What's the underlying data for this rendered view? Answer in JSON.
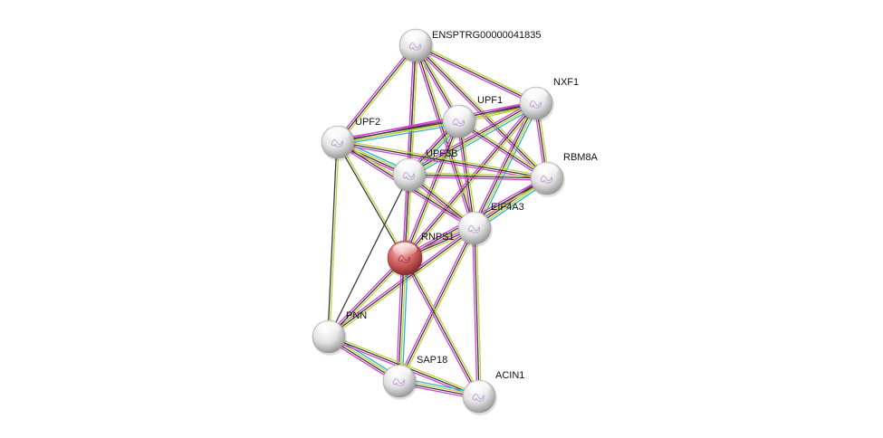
{
  "colors": {
    "background": "#ffffff",
    "edge_magenta": "#d43fd4",
    "edge_black": "#3a3a3a",
    "edge_green": "#bcd13a",
    "edge_cyan": "#2ab0d2",
    "node_default": "#e6e6e6",
    "node_query": "#d25a5a"
  },
  "nodes": [
    {
      "id": "ENSPTRG00000041835",
      "label": "ENSPTRG00000041835",
      "query": false,
      "icon": "protein-structure-icon"
    },
    {
      "id": "NXF1",
      "label": "NXF1",
      "query": false,
      "icon": "protein-structure-icon"
    },
    {
      "id": "UPF1",
      "label": "UPF1",
      "query": false,
      "icon": "protein-structure-icon"
    },
    {
      "id": "UPF2",
      "label": "UPF2",
      "query": false,
      "icon": "protein-structure-icon"
    },
    {
      "id": "UPF3B",
      "label": "UPF3B",
      "query": false,
      "icon": "protein-structure-icon"
    },
    {
      "id": "RBM8A",
      "label": "RBM8A",
      "query": false,
      "icon": "protein-structure-icon"
    },
    {
      "id": "EIF4A3",
      "label": "EIF4A3",
      "query": false,
      "icon": "protein-structure-icon"
    },
    {
      "id": "RNPS1",
      "label": "RNPS1",
      "query": true,
      "icon": "protein-structure-icon"
    },
    {
      "id": "PNN",
      "label": "PNN",
      "query": false,
      "icon": "none"
    },
    {
      "id": "SAP18",
      "label": "SAP18",
      "query": false,
      "icon": "protein-structure-icon"
    },
    {
      "id": "ACIN1",
      "label": "ACIN1",
      "query": false,
      "icon": "protein-structure-icon"
    }
  ],
  "edges": [
    {
      "source": "ENSPTRG00000041835",
      "target": "NXF1",
      "types": [
        "green",
        "black",
        "magenta"
      ]
    },
    {
      "source": "ENSPTRG00000041835",
      "target": "UPF1",
      "types": [
        "green",
        "black",
        "magenta"
      ]
    },
    {
      "source": "ENSPTRG00000041835",
      "target": "UPF2",
      "types": [
        "green",
        "black",
        "magenta"
      ]
    },
    {
      "source": "ENSPTRG00000041835",
      "target": "UPF3B",
      "types": [
        "green",
        "black",
        "magenta"
      ]
    },
    {
      "source": "ENSPTRG00000041835",
      "target": "RBM8A",
      "types": [
        "green",
        "black",
        "magenta"
      ]
    },
    {
      "source": "ENSPTRG00000041835",
      "target": "EIF4A3",
      "types": [
        "green",
        "black",
        "magenta"
      ]
    },
    {
      "source": "ENSPTRG00000041835",
      "target": "RNPS1",
      "types": [
        "green",
        "black",
        "magenta"
      ]
    },
    {
      "source": "NXF1",
      "target": "UPF1",
      "types": [
        "green",
        "black",
        "magenta"
      ]
    },
    {
      "source": "NXF1",
      "target": "UPF2",
      "types": [
        "green",
        "black",
        "magenta"
      ]
    },
    {
      "source": "NXF1",
      "target": "UPF3B",
      "types": [
        "cyan",
        "green",
        "black",
        "magenta"
      ]
    },
    {
      "source": "NXF1",
      "target": "RBM8A",
      "types": [
        "green",
        "black",
        "magenta"
      ]
    },
    {
      "source": "NXF1",
      "target": "EIF4A3",
      "types": [
        "cyan",
        "green",
        "black",
        "magenta"
      ]
    },
    {
      "source": "NXF1",
      "target": "RNPS1",
      "types": [
        "green",
        "black",
        "magenta"
      ]
    },
    {
      "source": "UPF1",
      "target": "UPF2",
      "types": [
        "cyan",
        "green",
        "black",
        "magenta"
      ]
    },
    {
      "source": "UPF1",
      "target": "UPF3B",
      "types": [
        "cyan",
        "green",
        "black",
        "magenta"
      ]
    },
    {
      "source": "UPF1",
      "target": "RBM8A",
      "types": [
        "green",
        "black",
        "magenta"
      ]
    },
    {
      "source": "UPF1",
      "target": "EIF4A3",
      "types": [
        "green",
        "black",
        "magenta"
      ]
    },
    {
      "source": "UPF1",
      "target": "RNPS1",
      "types": [
        "green",
        "black",
        "magenta"
      ]
    },
    {
      "source": "UPF2",
      "target": "UPF3B",
      "types": [
        "cyan",
        "green",
        "black",
        "magenta"
      ]
    },
    {
      "source": "UPF2",
      "target": "RBM8A",
      "types": [
        "green",
        "black",
        "magenta"
      ]
    },
    {
      "source": "UPF2",
      "target": "EIF4A3",
      "types": [
        "green",
        "black",
        "magenta"
      ]
    },
    {
      "source": "UPF2",
      "target": "RNPS1",
      "types": [
        "green",
        "black"
      ]
    },
    {
      "source": "UPF2",
      "target": "PNN",
      "types": [
        "green",
        "black"
      ]
    },
    {
      "source": "UPF3B",
      "target": "RBM8A",
      "types": [
        "green",
        "black",
        "magenta"
      ]
    },
    {
      "source": "UPF3B",
      "target": "EIF4A3",
      "types": [
        "green",
        "black",
        "magenta"
      ]
    },
    {
      "source": "UPF3B",
      "target": "RNPS1",
      "types": [
        "green",
        "black",
        "magenta"
      ]
    },
    {
      "source": "UPF3B",
      "target": "PNN",
      "types": [
        "black"
      ]
    },
    {
      "source": "RBM8A",
      "target": "EIF4A3",
      "types": [
        "cyan",
        "green",
        "black",
        "magenta"
      ]
    },
    {
      "source": "RBM8A",
      "target": "RNPS1",
      "types": [
        "green",
        "black",
        "magenta"
      ]
    },
    {
      "source": "EIF4A3",
      "target": "RNPS1",
      "types": [
        "green",
        "black",
        "magenta"
      ]
    },
    {
      "source": "EIF4A3",
      "target": "SAP18",
      "types": [
        "green",
        "black",
        "magenta"
      ]
    },
    {
      "source": "EIF4A3",
      "target": "ACIN1",
      "types": [
        "green",
        "black",
        "magenta"
      ]
    },
    {
      "source": "EIF4A3",
      "target": "PNN",
      "types": [
        "green",
        "black",
        "magenta"
      ]
    },
    {
      "source": "RNPS1",
      "target": "PNN",
      "types": [
        "green",
        "black",
        "magenta"
      ]
    },
    {
      "source": "RNPS1",
      "target": "SAP18",
      "types": [
        "cyan",
        "green",
        "black",
        "magenta"
      ]
    },
    {
      "source": "RNPS1",
      "target": "ACIN1",
      "types": [
        "green",
        "black",
        "magenta"
      ]
    },
    {
      "source": "PNN",
      "target": "SAP18",
      "types": [
        "cyan",
        "green",
        "black",
        "magenta"
      ]
    },
    {
      "source": "PNN",
      "target": "ACIN1",
      "types": [
        "green",
        "black",
        "magenta"
      ]
    },
    {
      "source": "SAP18",
      "target": "ACIN1",
      "types": [
        "cyan",
        "green",
        "black",
        "magenta"
      ]
    }
  ]
}
